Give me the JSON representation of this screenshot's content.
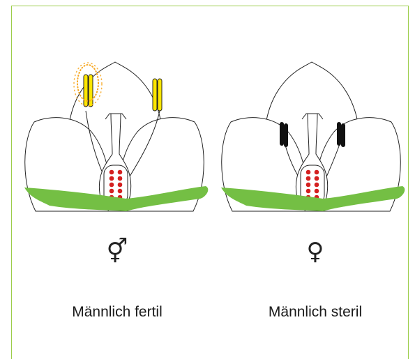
{
  "colors": {
    "frame": "#9ccd4a",
    "sepal": "#74bf44",
    "fertile_anther": "#ffe600",
    "pollen_dots": "#f7a823",
    "sterile_anther": "#111111",
    "ovule": "#d42020"
  },
  "panels": [
    {
      "symbol": "⚥",
      "caption": "Männlich fertil",
      "anther_state": "fertile-yellow-with-pollen"
    },
    {
      "symbol": "♀",
      "caption": "Männlich steril",
      "anther_state": "sterile-black"
    }
  ]
}
